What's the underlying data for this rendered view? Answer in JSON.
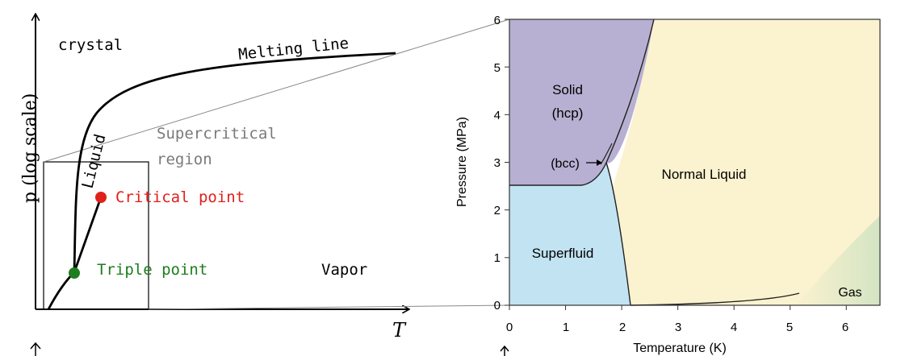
{
  "left_diagram": {
    "y_axis_label": "p (log scale)",
    "x_axis_label": "T",
    "crystal_label": "crystal",
    "melting_line_label": "Melting line",
    "liquid_label": "Liquid",
    "supercritical_line1": "Supercritical",
    "supercritical_line2": "region",
    "critical_point_label": "Critical point",
    "triple_point_label": "Triple point",
    "vapor_label": "Vapor",
    "critical_point_color": "#e0201b",
    "triple_point_color": "#1e7d1e",
    "supercritical_color": "#7a7a7a"
  },
  "right_diagram": {
    "y_axis_label": "Pressure (MPa)",
    "x_axis_label": "Temperature (K)",
    "x_ticks": [
      "0",
      "1",
      "2",
      "3",
      "4",
      "5",
      "6"
    ],
    "y_ticks": [
      "0",
      "1",
      "2",
      "3",
      "4",
      "5",
      "6"
    ],
    "x_range": [
      0,
      6.6
    ],
    "y_range": [
      0,
      6
    ],
    "regions": {
      "solid_line1": "Solid",
      "solid_line2": "(hcp)",
      "bcc": "(bcc)",
      "normal_liquid": "Normal Liquid",
      "superfluid": "Superfluid",
      "gas": "Gas"
    },
    "colors": {
      "solid": "#b8b0d2",
      "superfluid": "#c2e3f2",
      "liquid": "#fbf2cf",
      "gas": "#d6e6c6"
    }
  }
}
